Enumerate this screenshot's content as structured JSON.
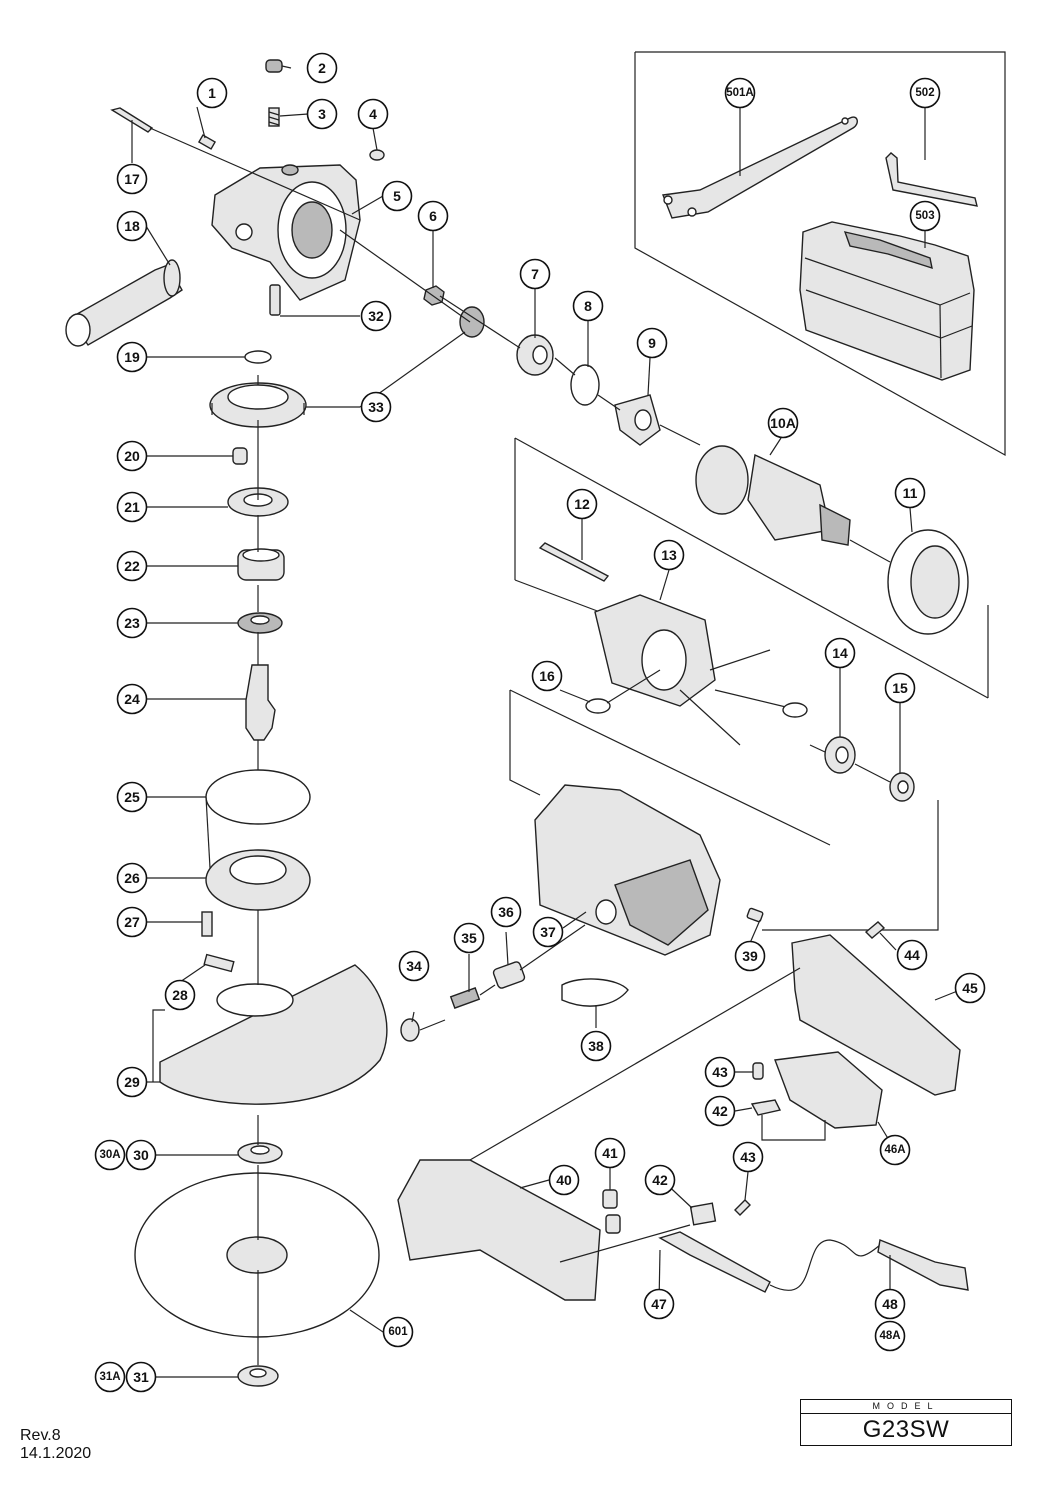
{
  "document": {
    "revision": "Rev.8",
    "date": "14.1.2020"
  },
  "model_box": {
    "label": "MODEL",
    "value": "G23SW"
  },
  "callouts": [
    {
      "id": "c1",
      "label": "1"
    },
    {
      "id": "c2",
      "label": "2"
    },
    {
      "id": "c3",
      "label": "3"
    },
    {
      "id": "c4",
      "label": "4"
    },
    {
      "id": "c5",
      "label": "5"
    },
    {
      "id": "c6",
      "label": "6"
    },
    {
      "id": "c7",
      "label": "7"
    },
    {
      "id": "c8",
      "label": "8"
    },
    {
      "id": "c9",
      "label": "9"
    },
    {
      "id": "c10a",
      "label": "10A"
    },
    {
      "id": "c11",
      "label": "11"
    },
    {
      "id": "c12",
      "label": "12"
    },
    {
      "id": "c13",
      "label": "13"
    },
    {
      "id": "c14",
      "label": "14"
    },
    {
      "id": "c15",
      "label": "15"
    },
    {
      "id": "c16",
      "label": "16"
    },
    {
      "id": "c17",
      "label": "17"
    },
    {
      "id": "c18",
      "label": "18"
    },
    {
      "id": "c19",
      "label": "19"
    },
    {
      "id": "c20",
      "label": "20"
    },
    {
      "id": "c21",
      "label": "21"
    },
    {
      "id": "c22",
      "label": "22"
    },
    {
      "id": "c23",
      "label": "23"
    },
    {
      "id": "c24",
      "label": "24"
    },
    {
      "id": "c25",
      "label": "25"
    },
    {
      "id": "c26",
      "label": "26"
    },
    {
      "id": "c27",
      "label": "27"
    },
    {
      "id": "c28",
      "label": "28"
    },
    {
      "id": "c29",
      "label": "29"
    },
    {
      "id": "c30a",
      "label": "30A"
    },
    {
      "id": "c30",
      "label": "30"
    },
    {
      "id": "c31a",
      "label": "31A"
    },
    {
      "id": "c31",
      "label": "31"
    },
    {
      "id": "c32",
      "label": "32"
    },
    {
      "id": "c33",
      "label": "33"
    },
    {
      "id": "c34",
      "label": "34"
    },
    {
      "id": "c35",
      "label": "35"
    },
    {
      "id": "c36",
      "label": "36"
    },
    {
      "id": "c37",
      "label": "37"
    },
    {
      "id": "c38",
      "label": "38"
    },
    {
      "id": "c39",
      "label": "39"
    },
    {
      "id": "c40",
      "label": "40"
    },
    {
      "id": "c41",
      "label": "41"
    },
    {
      "id": "c42a",
      "label": "42"
    },
    {
      "id": "c42b",
      "label": "42"
    },
    {
      "id": "c43a",
      "label": "43"
    },
    {
      "id": "c43b",
      "label": "43"
    },
    {
      "id": "c44",
      "label": "44"
    },
    {
      "id": "c45",
      "label": "45"
    },
    {
      "id": "c46a",
      "label": "46A"
    },
    {
      "id": "c47",
      "label": "47"
    },
    {
      "id": "c48",
      "label": "48"
    },
    {
      "id": "c48a",
      "label": "48A"
    },
    {
      "id": "c501a",
      "label": "501A"
    },
    {
      "id": "c502",
      "label": "502"
    },
    {
      "id": "c503",
      "label": "503"
    },
    {
      "id": "c601",
      "label": "601"
    }
  ]
}
